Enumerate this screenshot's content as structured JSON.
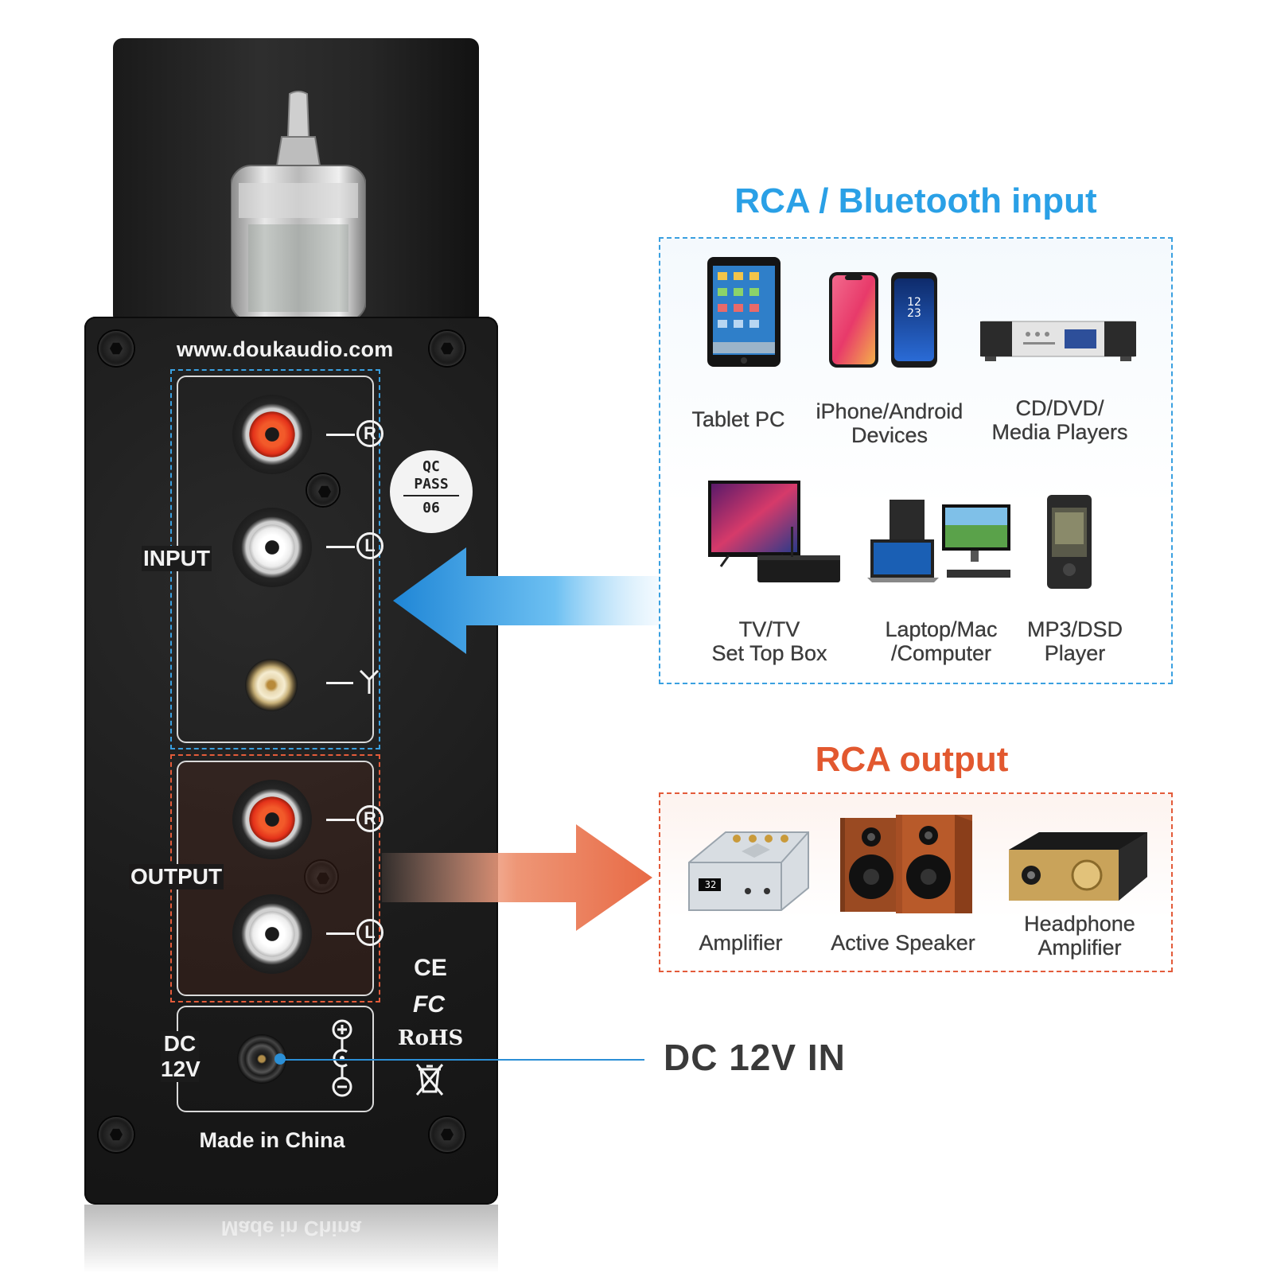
{
  "device": {
    "website": "www.doukaudio.com",
    "input_label": "INPUT",
    "output_label": "OUTPUT",
    "dc_label_line1": "DC",
    "dc_label_line2": "12V",
    "made_in": "Made in China",
    "channel_right": "R",
    "channel_left": "L",
    "qc_line1": "QC",
    "qc_line2": "PASS",
    "qc_line3": "06",
    "cert_ce": "CE",
    "cert_fc": "FC",
    "cert_rohs": "RoHS",
    "plus": "+",
    "minus": "−",
    "accent_input": "#3aa0e0",
    "accent_output": "#e35b3a"
  },
  "input_section": {
    "title": "RCA / Bluetooth input",
    "devices": [
      {
        "label_line1": "Tablet PC",
        "label_line2": "",
        "icon": "tablet-icon"
      },
      {
        "label_line1": "iPhone/Android",
        "label_line2": "Devices",
        "icon": "smartphone-icon"
      },
      {
        "label_line1": "CD/DVD/",
        "label_line2": "Media Players",
        "icon": "media-player-icon"
      },
      {
        "label_line1": "TV/TV",
        "label_line2": "Set Top Box",
        "icon": "tv-icon"
      },
      {
        "label_line1": "Laptop/Mac",
        "label_line2": "/Computer",
        "icon": "computer-icon"
      },
      {
        "label_line1": "MP3/DSD",
        "label_line2": "Player",
        "icon": "mp3-player-icon"
      }
    ]
  },
  "output_section": {
    "title": "RCA output",
    "devices": [
      {
        "label_line1": "Amplifier",
        "label_line2": "",
        "icon": "amplifier-icon",
        "display": "32"
      },
      {
        "label_line1": "Active Speaker",
        "label_line2": "",
        "icon": "speaker-icon"
      },
      {
        "label_line1": "Headphone",
        "label_line2": "Amplifier",
        "icon": "headphone-amp-icon"
      }
    ]
  },
  "dc_in": {
    "label": "DC 12V IN"
  }
}
